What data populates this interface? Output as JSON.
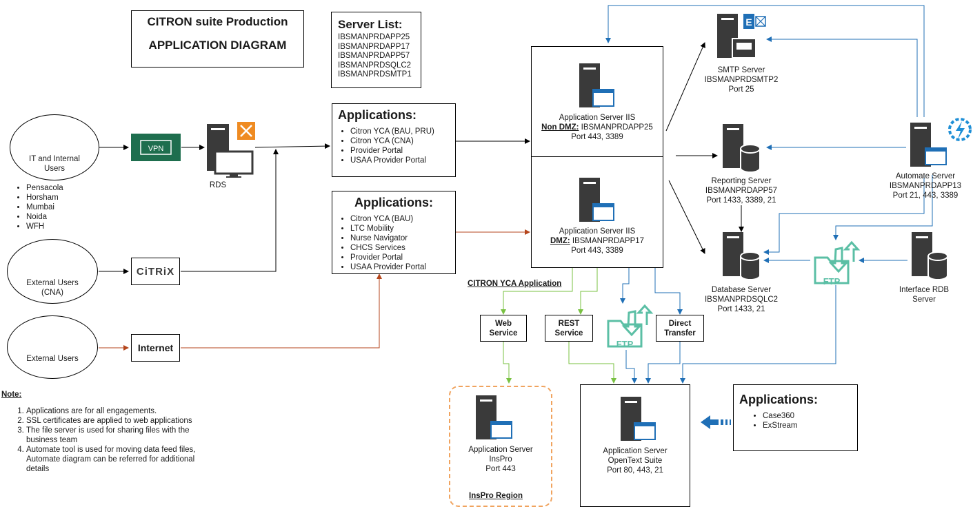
{
  "title": {
    "line1": "CITRON suite Production",
    "line2": "APPLICATION DIAGRAM"
  },
  "server_list": {
    "heading": "Server List:",
    "items": [
      "IBSMANPRDAPP25",
      "IBSMANPRDAPP17",
      "IBSMANPRDAPP57",
      "IBSMANPRDSQLC2",
      "IBSMANPRDSMTP1"
    ]
  },
  "users": {
    "internal": {
      "line1": "IT and Internal",
      "line2": "Users"
    },
    "external_cna": {
      "line1": "External Users",
      "line2": "(CNA)"
    },
    "external": "External Users",
    "locations": [
      "Pensacola",
      "Horsham",
      "Mumbai",
      "Noida",
      "WFH"
    ]
  },
  "access": {
    "vpn": "VPN",
    "rds": "RDS",
    "citrix": "CiTRiX",
    "internet": "Internet"
  },
  "apps_non_dmz": {
    "heading": "Applications:",
    "items": [
      "Citron YCA (BAU, PRU)",
      "Citron YCA (CNA)",
      "Provider Portal",
      "USAA Provider Portal"
    ]
  },
  "apps_dmz": {
    "heading": "Applications:",
    "items": [
      "Citron YCA (BAU)",
      "LTC Mobility",
      "Nurse Navigator",
      "CHCS Services",
      "Provider Portal",
      "USAA Provider Portal"
    ]
  },
  "iis_non_dmz": {
    "line1": "Application Server IIS",
    "zone": "Non DMZ:",
    "host": " IBSMANPRDAPP25",
    "ports": "Port 443, 3389"
  },
  "iis_dmz": {
    "line1": "Application Server IIS",
    "zone": "DMZ:",
    "host": " IBSMANPRDAPP17",
    "ports": "Port 443, 3389"
  },
  "smtp": {
    "line1": "SMTP Server",
    "host": "IBSMANPRDSMTP2",
    "ports": "Port 25"
  },
  "reporting": {
    "line1": "Reporting Server",
    "host": "IBSMANPRDAPP57",
    "ports": "Port 1433, 3389, 21"
  },
  "database": {
    "line1": "Database Server",
    "host": "IBSMANPRDSQLC2",
    "ports": "Port 1433, 21"
  },
  "automate": {
    "line1": "Automate Server",
    "host": "IBSMANPRDAPP13",
    "ports": "Port 21, 443, 3389"
  },
  "interface_rdb": {
    "line1": "Interface RDB",
    "line2": "Server"
  },
  "citron_yca_label": "CITRON YCA Application",
  "web_service": {
    "line1": "Web",
    "line2": "Service"
  },
  "rest_service": {
    "line1": "REST",
    "line2": "Service"
  },
  "direct_transfer": {
    "line1": "Direct",
    "line2": "Transfer"
  },
  "ftp_label": "FTP",
  "inspro": {
    "line1": "Application Server",
    "line2": "InsPro",
    "ports": "Port 443",
    "region": "InsPro Region"
  },
  "opentext": {
    "line1": "Application Server",
    "line2": "OpenText Suite",
    "ports": "Port 80, 443, 21"
  },
  "apps_opentext": {
    "heading": "Applications:",
    "items": [
      "Case360",
      "ExStream"
    ]
  },
  "notes": {
    "heading": "Note:",
    "items": [
      "Applications are for all engagements.",
      "SSL certificates are applied to web applications",
      "The file server is used for sharing files with the business team",
      "Automate tool is used for moving data feed files, Automate diagram can be referred for additional details"
    ]
  },
  "colors": {
    "blue": "#1f6fb6",
    "green": "#79c142",
    "orange_red": "#b5461c",
    "teal": "#5bbfa5",
    "orange_dash": "#f0a35e",
    "vpn_green": "#1e6e4e",
    "dark_icon": "#3a3a3a"
  }
}
